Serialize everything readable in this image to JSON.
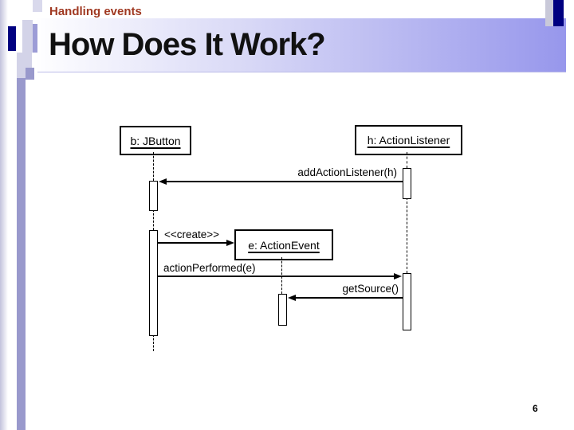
{
  "slide": {
    "eyebrow": "Handling events",
    "title": "How Does It Work?",
    "page_number": "6"
  },
  "colors": {
    "eyebrow_text": "#a03922",
    "title_text": "#111111",
    "banner_gradient_start": "#fefeff",
    "banner_gradient_end": "#9797ec",
    "accent_navy": "#000080",
    "accent_lavender": "#9999cc",
    "diagram_line": "#000000"
  },
  "diagram": {
    "type": "uml-sequence-diagram",
    "objects": [
      {
        "id": "b",
        "label": "b: JButton"
      },
      {
        "id": "h",
        "label": "h: ActionListener"
      },
      {
        "id": "e",
        "label": "e: ActionEvent"
      }
    ],
    "messages": [
      {
        "from": "h",
        "to": "b",
        "label": "addActionListener(h)"
      },
      {
        "from": "b",
        "to": "e",
        "label": "<<create>>"
      },
      {
        "from": "b",
        "to": "h",
        "label": "actionPerformed(e)"
      },
      {
        "from": "h",
        "to": "e",
        "label": "getSource()"
      }
    ]
  }
}
